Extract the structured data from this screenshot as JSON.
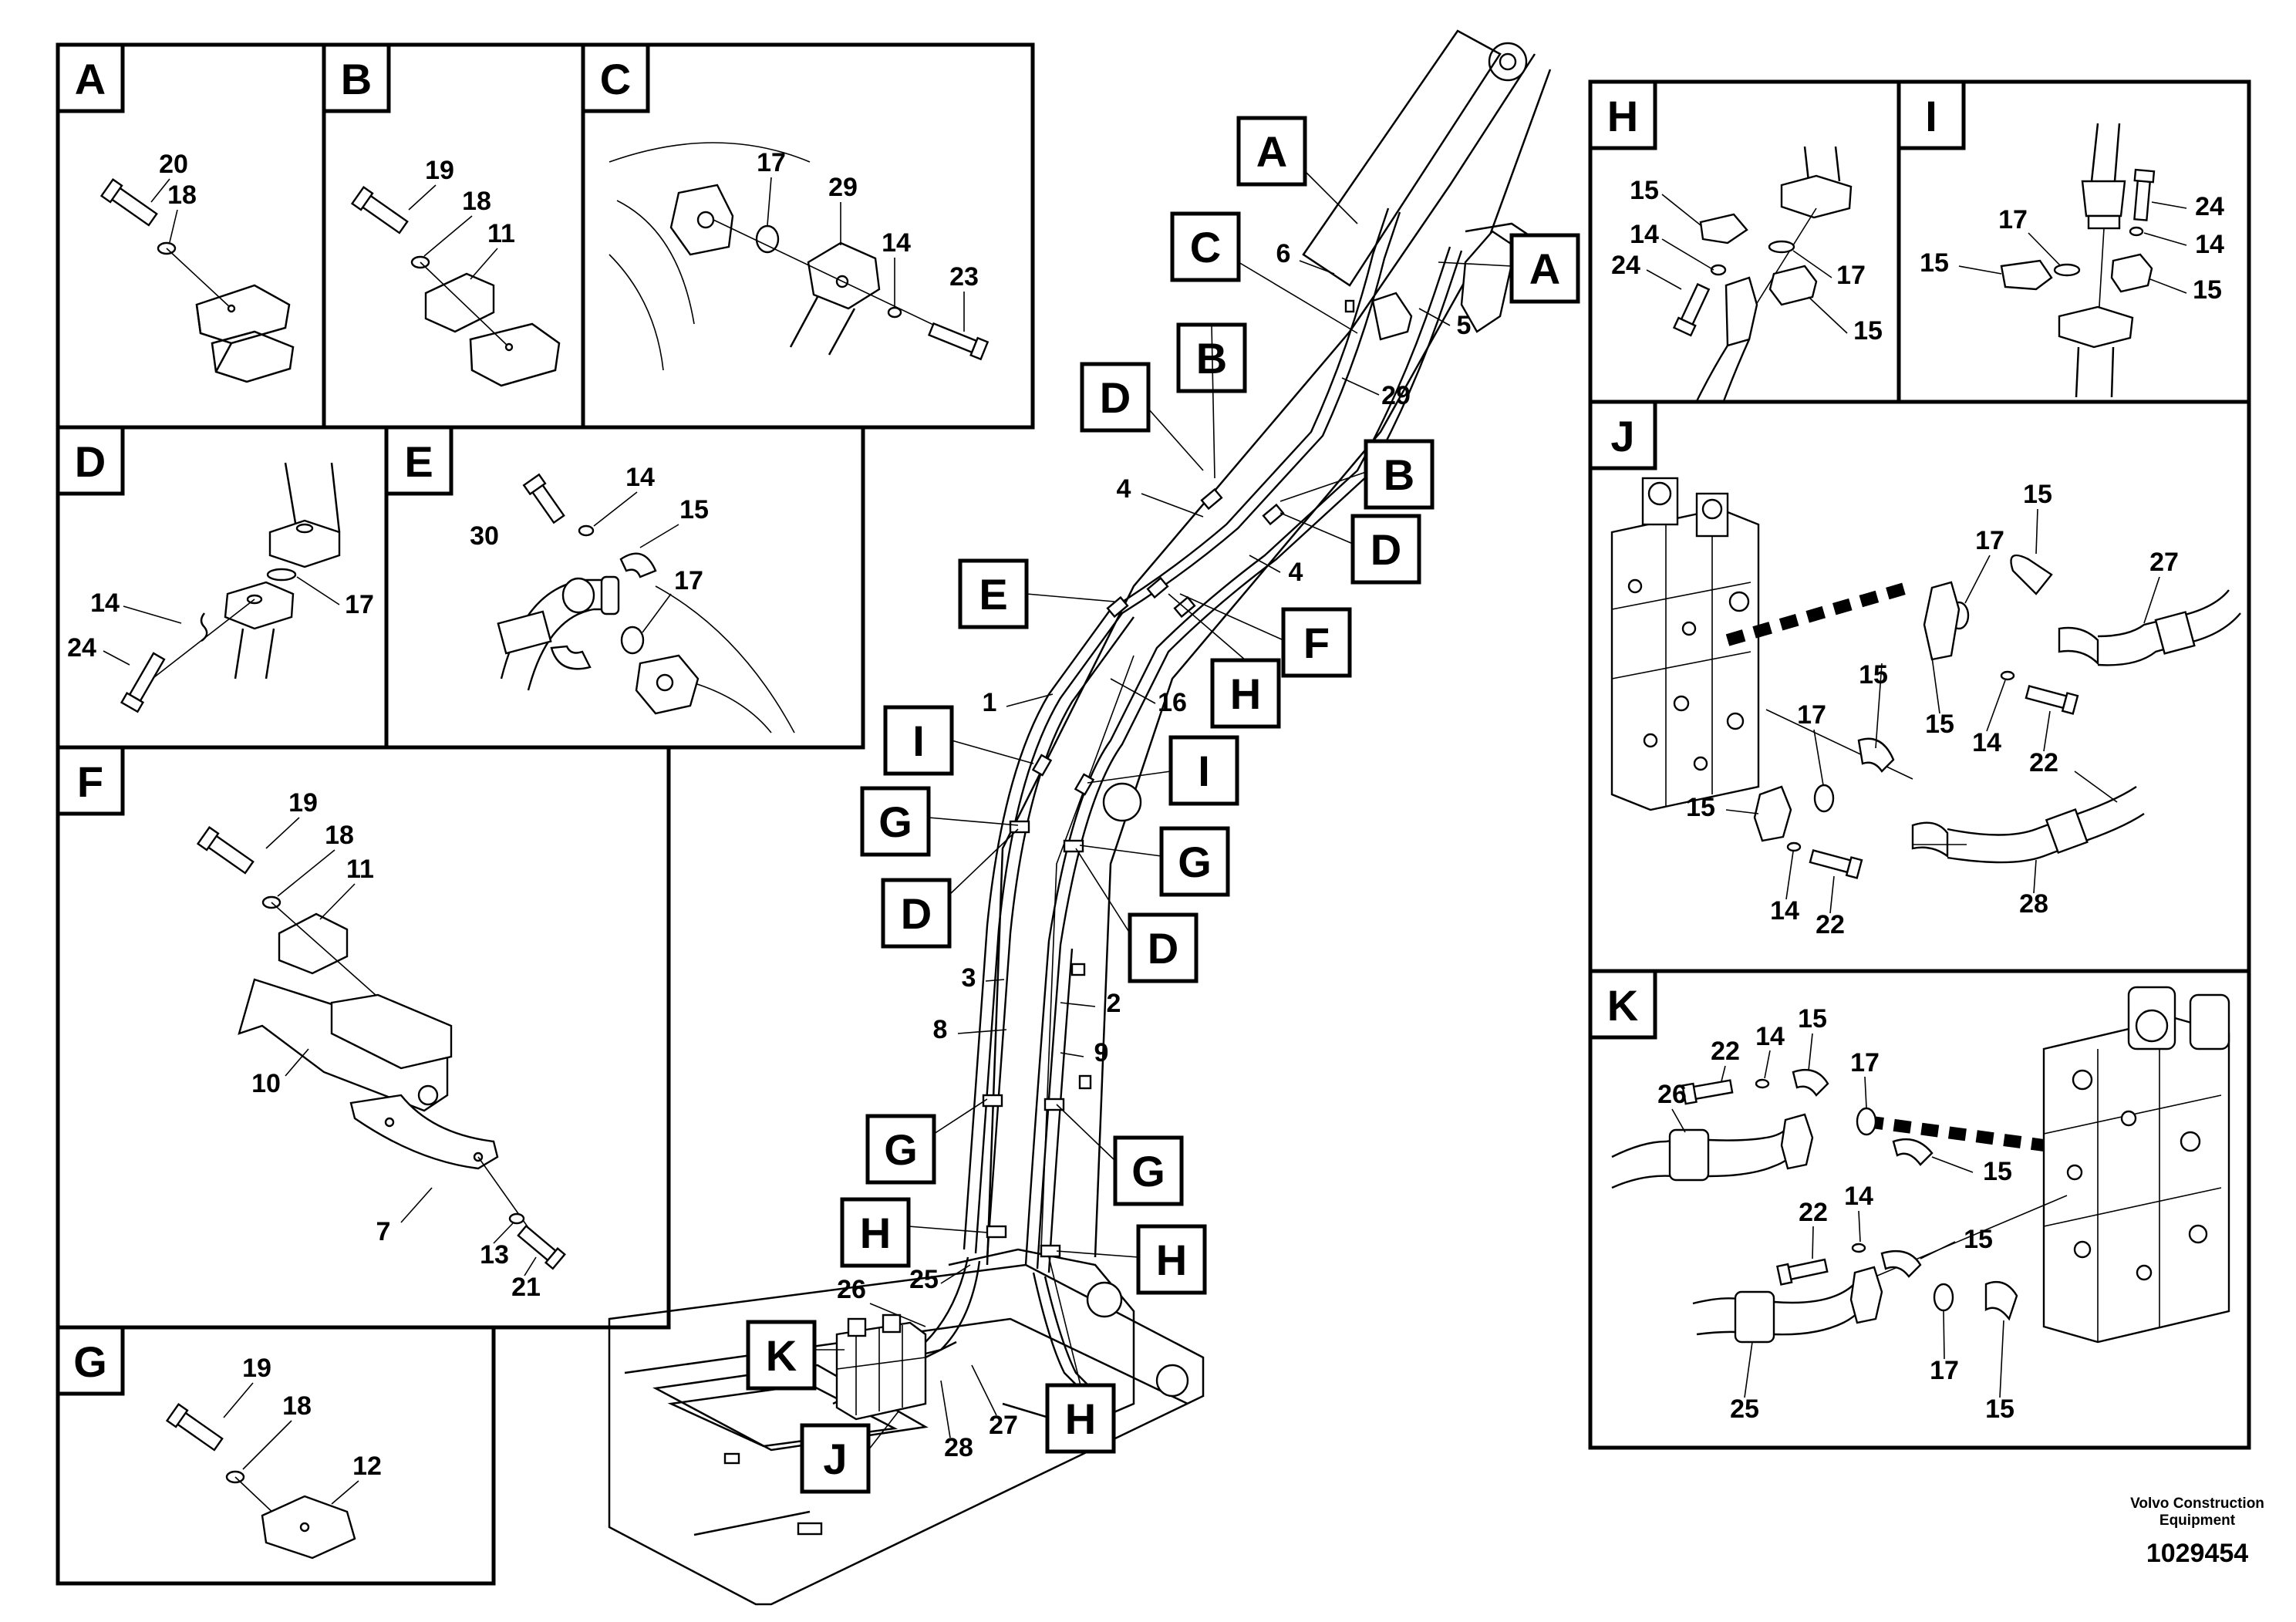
{
  "brand": {
    "line1": "Volvo Construction",
    "line2": "Equipment"
  },
  "document_number": "1029454",
  "panels": {
    "A": {
      "letter": "A",
      "callouts": [
        "20",
        "18"
      ]
    },
    "B": {
      "letter": "B",
      "callouts": [
        "19",
        "18",
        "11"
      ]
    },
    "C": {
      "letter": "C",
      "callouts": [
        "17",
        "29",
        "14",
        "23"
      ]
    },
    "D": {
      "letter": "D",
      "callouts": [
        "14",
        "24",
        "17"
      ]
    },
    "E": {
      "letter": "E",
      "callouts": [
        "30",
        "14",
        "15",
        "17"
      ]
    },
    "F": {
      "letter": "F",
      "callouts": [
        "19",
        "18",
        "11",
        "10",
        "7",
        "13",
        "21"
      ]
    },
    "G": {
      "letter": "G",
      "callouts": [
        "19",
        "18",
        "12"
      ]
    },
    "H": {
      "letter": "H",
      "callouts": [
        "15",
        "14",
        "24",
        "17",
        "15"
      ]
    },
    "I": {
      "letter": "I",
      "callouts": [
        "24",
        "17",
        "14",
        "15",
        "15"
      ]
    },
    "J": {
      "letter": "J",
      "callouts": [
        "15",
        "17",
        "27",
        "15",
        "17",
        "15",
        "14",
        "22",
        "15",
        "14",
        "22",
        "28"
      ]
    },
    "K": {
      "letter": "K",
      "callouts": [
        "22",
        "14",
        "15",
        "17",
        "26",
        "15",
        "22",
        "14",
        "15",
        "17",
        "15",
        "25"
      ]
    }
  },
  "main_view": {
    "tags": [
      "A",
      "C",
      "A",
      "B",
      "D",
      "B",
      "D",
      "E",
      "F",
      "H",
      "I",
      "I",
      "G",
      "G",
      "D",
      "D",
      "G",
      "G",
      "H",
      "H",
      "K",
      "H",
      "J"
    ],
    "callouts": [
      "6",
      "5",
      "29",
      "4",
      "4",
      "1",
      "16",
      "3",
      "2",
      "8",
      "9",
      "25",
      "26",
      "27",
      "28"
    ]
  }
}
